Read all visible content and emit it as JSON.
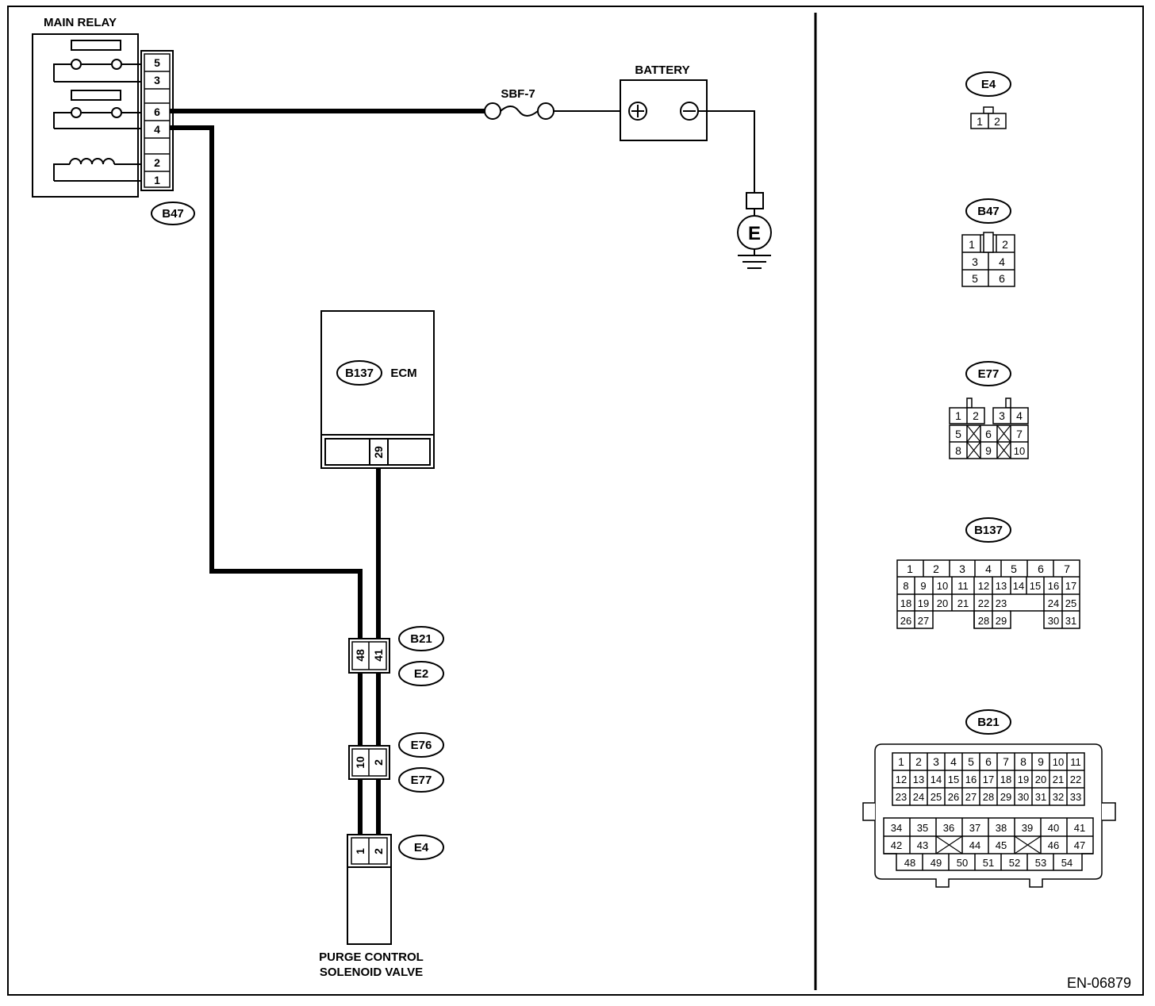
{
  "diagram_id": "EN-06879",
  "main_relay": {
    "title": "MAIN RELAY",
    "connector": "B47",
    "terminals": [
      "5",
      "3",
      "6",
      "4",
      "2",
      "1"
    ]
  },
  "fuse": {
    "label": "SBF-7"
  },
  "battery": {
    "title": "BATTERY",
    "plus": "⊕",
    "minus": "⊖"
  },
  "ground": {
    "label": "E"
  },
  "ecm": {
    "connector": "B137",
    "label": "ECM",
    "pin": "29"
  },
  "connector_b21_e2": {
    "top": "B21",
    "bottom": "E2",
    "pins": [
      "48",
      "41"
    ]
  },
  "connector_e76_e77": {
    "top": "E76",
    "bottom": "E77",
    "pins": [
      "10",
      "2"
    ]
  },
  "purge_valve": {
    "connector": "E4",
    "pins": [
      "1",
      "2"
    ],
    "label_line1": "PURGE CONTROL",
    "label_line2": "SOLENOID VALVE"
  },
  "views": {
    "e4": {
      "name": "E4",
      "rows": [
        [
          "1",
          "2"
        ]
      ]
    },
    "b47": {
      "name": "B47",
      "rows": [
        [
          "1",
          "2"
        ],
        [
          "3",
          "4"
        ],
        [
          "5",
          "6"
        ]
      ]
    },
    "e77": {
      "name": "E77",
      "rows": [
        [
          "1",
          "2",
          "3",
          "4"
        ],
        [
          "5",
          "X",
          "6",
          "X",
          "7"
        ],
        [
          "8",
          "X",
          "9",
          "X",
          "10"
        ]
      ]
    },
    "b137": {
      "name": "B137",
      "rows": [
        [
          "1",
          "2",
          "3",
          "4",
          "5",
          "6",
          "7"
        ],
        [
          "8",
          "9",
          "10",
          "11",
          "12",
          "13",
          "14",
          "15",
          "16",
          "17"
        ],
        [
          "18",
          "19",
          "20",
          "21",
          "22",
          "23",
          "24",
          "25"
        ],
        [
          "26",
          "27",
          "28",
          "29",
          "30",
          "31"
        ]
      ]
    },
    "b21": {
      "name": "B21",
      "rows": [
        [
          "1",
          "2",
          "3",
          "4",
          "5",
          "6",
          "7",
          "8",
          "9",
          "10",
          "11"
        ],
        [
          "12",
          "13",
          "14",
          "15",
          "16",
          "17",
          "18",
          "19",
          "20",
          "21",
          "22"
        ],
        [
          "23",
          "24",
          "25",
          "26",
          "27",
          "28",
          "29",
          "30",
          "31",
          "32",
          "33"
        ],
        [
          "34",
          "35",
          "36",
          "37",
          "38",
          "39",
          "40",
          "41"
        ],
        [
          "42",
          "43",
          "X",
          "44",
          "45",
          "X",
          "46",
          "47"
        ],
        [
          "48",
          "49",
          "50",
          "51",
          "52",
          "53",
          "54"
        ]
      ]
    }
  }
}
